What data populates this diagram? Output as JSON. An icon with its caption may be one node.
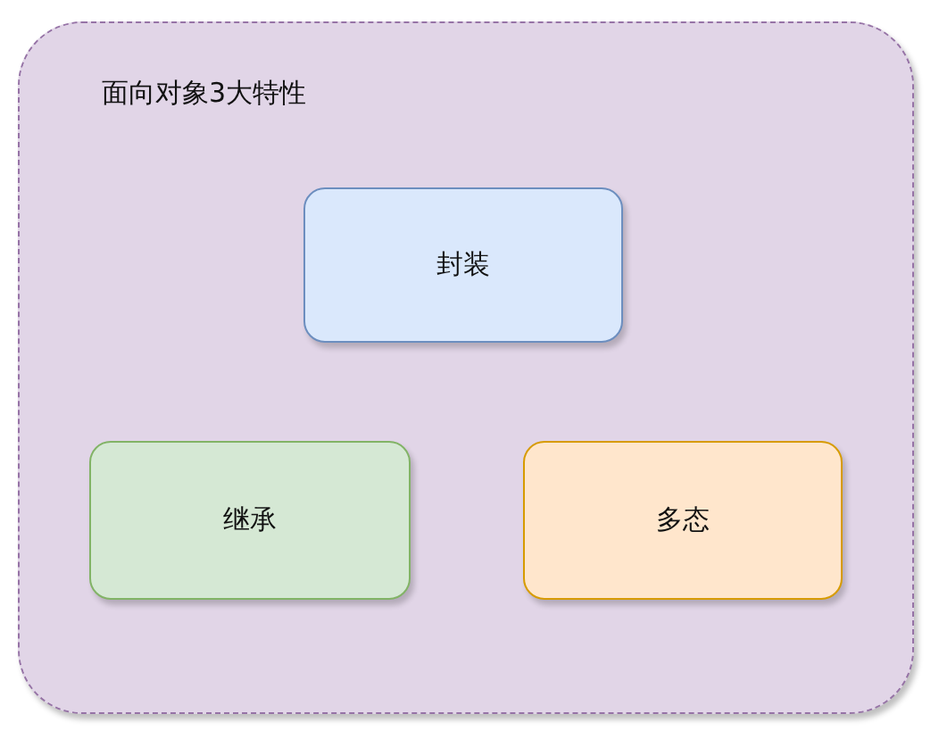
{
  "diagram": {
    "nodes": [
      {
        "text": [
          "面向对象3大特性"
        ]
      },
      {
        "text": [
          "封装"
        ],
        "in": 0
      },
      {
        "text": [
          "继承"
        ],
        "in": 0
      },
      {
        "text": [
          "多态"
        ],
        "in": 0
      }
    ]
  }
}
